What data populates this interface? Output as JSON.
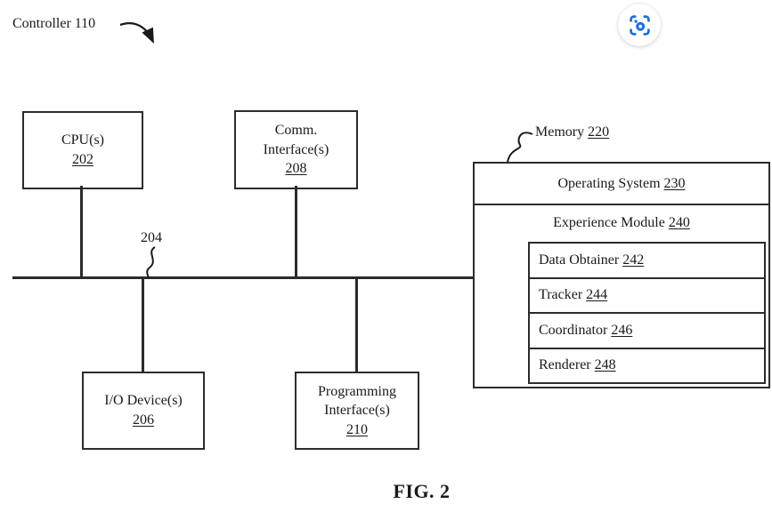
{
  "page": {
    "controller_label": "Controller 110",
    "caption": "FIG. 2"
  },
  "bus": {
    "ref": "204"
  },
  "boxes": {
    "cpu": {
      "line1": "CPU(s)",
      "ref": "202"
    },
    "comm": {
      "line1": "Comm.",
      "line2": "Interface(s)",
      "ref": "208"
    },
    "io": {
      "line1": "I/O Device(s)",
      "ref": "206"
    },
    "programming": {
      "line1": "Programming",
      "line2": "Interface(s)",
      "ref": "210"
    }
  },
  "memory": {
    "label": "Memory",
    "ref": "220",
    "os_label": "Operating System",
    "os_ref": "230",
    "module_label": "Experience Module",
    "module_ref": "240",
    "submodules": [
      {
        "label": "Data Obtainer",
        "ref": "242"
      },
      {
        "label": "Tracker",
        "ref": "244"
      },
      {
        "label": "Coordinator",
        "ref": "246"
      },
      {
        "label": "Renderer",
        "ref": "248"
      }
    ]
  },
  "icons": {
    "image_search": "image-search-lens-icon",
    "controller_arrow": "curved-arrow-icon",
    "leader_204": "squiggle-leader",
    "leader_memory": "squiggle-leader"
  },
  "colors": {
    "accent_blue": "#1b6ce8",
    "line": "#2b2b2b",
    "background": "#ffffff"
  }
}
